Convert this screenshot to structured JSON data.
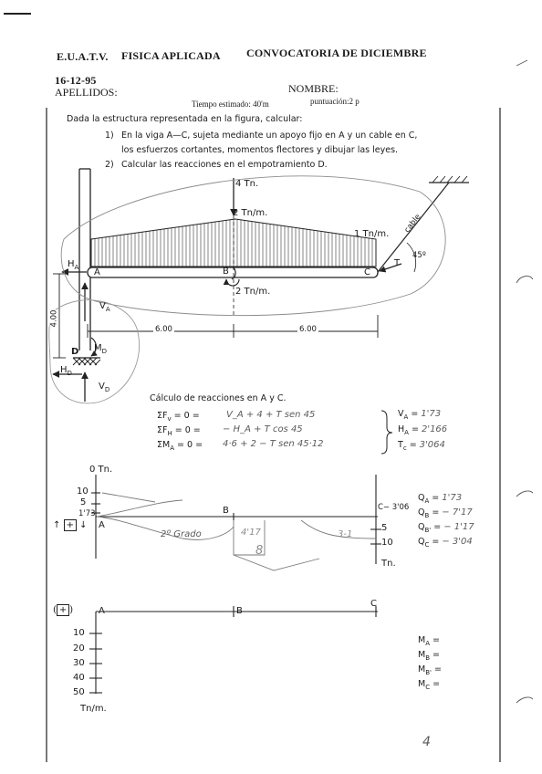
{
  "header": {
    "institution": "E.U.A.T.V.",
    "course": "FISICA APLICADA",
    "call": "CONVOCATORIA DE DICIEMBRE",
    "date": "16-12-95",
    "surname_label": "APELLIDOS:",
    "name_label": "NOMBRE:",
    "time_label": "Tiempo estimado: 40'm",
    "score_label": "puntuación:2 p"
  },
  "statement": {
    "intro": "Dada la estructura representada en la figura, calcular:",
    "task1_num": "1)",
    "task1_line1": "En la viga A—C, sujeta mediante un apoyo fijo en A y un cable en C,",
    "task1_line2": "los esfuerzos cortantes, momentos flectores y dibujar las leyes.",
    "task2_num": "2)",
    "task2": "Calcular las reacciones en el empotramiento D."
  },
  "figure": {
    "load_point": "4 Tn.",
    "load_dist_mid": "2 Tn/m.",
    "load_dist_end": "1 Tn/m.",
    "moment_B": "2 Tn/m.",
    "cable_label": "cable",
    "angle": "45º",
    "tension": "T",
    "point_A": "A",
    "point_B": "B",
    "point_C": "C",
    "point_D": "D",
    "HA": "H",
    "HA_sub": "A",
    "VA": "V",
    "VA_sub": "A",
    "MD": "M",
    "MD_sub": "D",
    "HD": "H",
    "HD_sub": "D",
    "VD": "V",
    "VD_sub": "D",
    "dim_AB": "6.00",
    "dim_BC": "6.00",
    "dim_height": "4.00"
  },
  "reactions": {
    "title": "Cálculo de reacciones en A y C.",
    "eq1_lhs": "ΣF",
    "eq1_sub": "v",
    "eq1_rhs": "= 0 =",
    "eq1_hand": "V_A + 4 + T sen 45",
    "eq2_lhs": "ΣF",
    "eq2_sub": "H",
    "eq2_rhs": "= 0 =",
    "eq2_hand": "− H_A + T cos 45",
    "eq3_lhs": "ΣM",
    "eq3_sub": "A",
    "eq3_rhs": "= 0 =",
    "eq3_hand": "4·6 + 2 − T sen 45·12",
    "result_VA": "V",
    "result_VA_sub": "A",
    "result_VA_val": "1'73",
    "result_HA": "H",
    "result_HA_sub": "A",
    "result_HA_val": "2'166",
    "result_T": "T",
    "result_T_sub": "c",
    "result_T_val": "3'064"
  },
  "shear": {
    "unit_top": "0 Tn.",
    "tick_10": "10",
    "tick_5": "5",
    "tick_173": "1'73",
    "label_A": "A",
    "label_B": "B",
    "label_C": "C",
    "label_C_val": "C− 3'06",
    "tick_5b": "5",
    "tick_10b": "10",
    "unit_bottom": "Tn.",
    "sign": "+",
    "grade_note": "2º Grado",
    "hand_a": "4'17",
    "hand_b": "8",
    "hand_c": "3-1",
    "QA": "Q",
    "QA_sub": "A",
    "QA_val": "1'73",
    "QB": "Q",
    "QB_sub": "B",
    "QB_val": "− 7'17",
    "QBp": "Q",
    "QBp_sub": "B'",
    "QBp_val": "− 1'17",
    "QC": "Q",
    "QC_sub": "C",
    "QC_val": "− 3'04"
  },
  "moment": {
    "sign": "+",
    "label_A": "A",
    "label_B": "B",
    "label_C": "C",
    "ticks": [
      "10",
      "20",
      "30",
      "40",
      "50"
    ],
    "unit": "Tn/m.",
    "MA": "M",
    "MA_sub": "A",
    "MB": "M",
    "MB_sub": "B",
    "MBp": "M",
    "MBp_sub": "B'",
    "MC": "M",
    "MC_sub": "C"
  },
  "page_mark": "4"
}
